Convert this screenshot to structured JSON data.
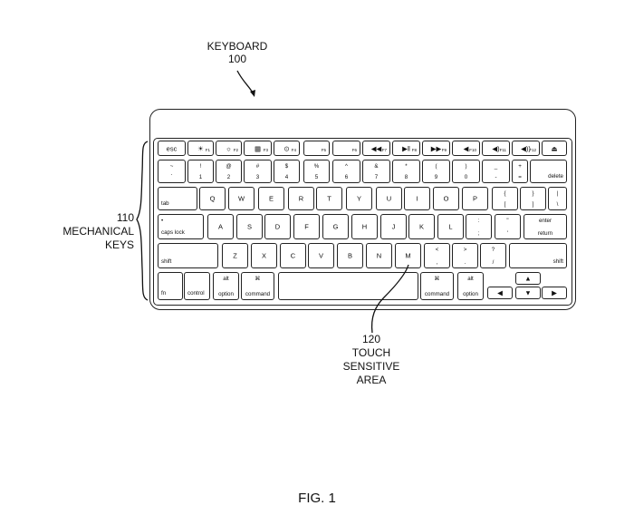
{
  "labels": {
    "keyboard_title": "KEYBOARD",
    "keyboard_ref": "100",
    "mechanical_keys": "110\nMECHANICAL\nKEYS",
    "touch_area": "120\nTOUCH\nSENSITIVE\nAREA",
    "figure": "FIG. 1"
  },
  "keys": {
    "fn_row": [
      {
        "c": "esc"
      },
      {
        "c": "☀",
        "sub": "F1"
      },
      {
        "c": "☼",
        "sub": "F2"
      },
      {
        "c": "▦",
        "sub": "F3"
      },
      {
        "c": "⊙",
        "sub": "F4"
      },
      {
        "c": "",
        "sub": "F5"
      },
      {
        "c": "",
        "sub": "F6"
      },
      {
        "c": "◀◀",
        "sub": "F7"
      },
      {
        "c": "▶‖",
        "sub": "F8"
      },
      {
        "c": "▶▶",
        "sub": "F9"
      },
      {
        "c": "◀",
        "sub": "F10"
      },
      {
        "c": "◀)",
        "sub": "F11"
      },
      {
        "c": "◀))",
        "sub": "F12"
      },
      {
        "c": "⏏"
      }
    ],
    "num_row": [
      {
        "t": "~",
        "b": "`"
      },
      {
        "t": "!",
        "b": "1"
      },
      {
        "t": "@",
        "b": "2"
      },
      {
        "t": "#",
        "b": "3"
      },
      {
        "t": "$",
        "b": "4"
      },
      {
        "t": "%",
        "b": "5"
      },
      {
        "t": "^",
        "b": "6"
      },
      {
        "t": "&",
        "b": "7"
      },
      {
        "t": "*",
        "b": "8"
      },
      {
        "t": "(",
        "b": "9"
      },
      {
        "t": ")",
        "b": "0"
      },
      {
        "t": "_",
        "b": "-"
      },
      {
        "t": "+",
        "b": "="
      },
      {
        "br": "delete"
      }
    ],
    "q_row": [
      {
        "bl": "tab"
      },
      {
        "c": "Q"
      },
      {
        "c": "W"
      },
      {
        "c": "E"
      },
      {
        "c": "R"
      },
      {
        "c": "T"
      },
      {
        "c": "Y"
      },
      {
        "c": "U"
      },
      {
        "c": "I"
      },
      {
        "c": "O"
      },
      {
        "c": "P"
      },
      {
        "t": "{",
        "b": "["
      },
      {
        "t": "}",
        "b": "]"
      },
      {
        "t": "|",
        "b": "\\"
      }
    ],
    "a_row": [
      {
        "tl": "•",
        "bl": "caps lock"
      },
      {
        "c": "A"
      },
      {
        "c": "S"
      },
      {
        "c": "D"
      },
      {
        "c": "F"
      },
      {
        "c": "G"
      },
      {
        "c": "H"
      },
      {
        "c": "J"
      },
      {
        "c": "K"
      },
      {
        "c": "L"
      },
      {
        "t": ":",
        "b": ";"
      },
      {
        "t": "\"",
        "b": "'"
      },
      {
        "t": "enter",
        "b": "return"
      }
    ],
    "z_row": [
      {
        "bl": "shift"
      },
      {
        "c": "Z"
      },
      {
        "c": "X"
      },
      {
        "c": "C"
      },
      {
        "c": "V"
      },
      {
        "c": "B"
      },
      {
        "c": "N"
      },
      {
        "c": "M"
      },
      {
        "t": "<",
        "b": ","
      },
      {
        "t": ">",
        "b": "."
      },
      {
        "t": "?",
        "b": "/"
      },
      {
        "br": "shift"
      }
    ],
    "bottom_row": [
      {
        "bl": "fn"
      },
      {
        "bl": "control"
      },
      {
        "t": "alt",
        "b": "option"
      },
      {
        "t": "⌘",
        "b": "command"
      },
      {
        "c": ""
      },
      {
        "t": "⌘",
        "b": "command"
      },
      {
        "t": "alt",
        "b": "option"
      }
    ],
    "arrows": [
      {
        "c": "▲"
      },
      {
        "c": "◀"
      },
      {
        "c": "▼"
      },
      {
        "c": "▶"
      }
    ]
  }
}
